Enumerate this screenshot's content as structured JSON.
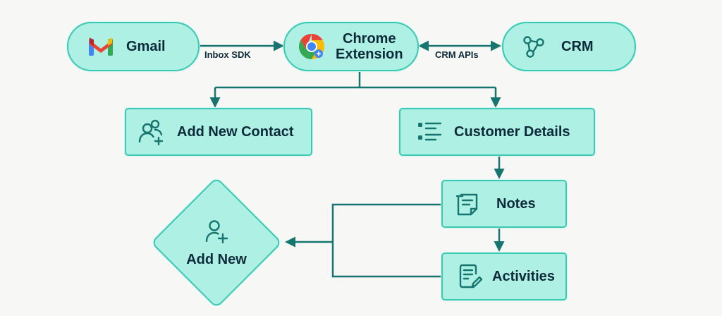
{
  "nodes": {
    "gmail": {
      "label": "Gmail",
      "icon": "gmail-logo-icon"
    },
    "chrome_extension": {
      "label_line1": "Chrome",
      "label_line2": "Extension",
      "icon": "chrome-logo-icon"
    },
    "crm": {
      "label": "CRM",
      "icon": "network-nodes-icon"
    },
    "add_new_contact": {
      "label": "Add New Contact",
      "icon": "add-users-icon"
    },
    "customer_details": {
      "label": "Customer Details",
      "icon": "list-icon"
    },
    "notes": {
      "label": "Notes",
      "icon": "notes-icon"
    },
    "activities": {
      "label": "Activities",
      "icon": "document-edit-icon"
    },
    "add_new": {
      "label": "Add New",
      "icon": "add-user-icon"
    }
  },
  "edges": {
    "gmail_to_extension": {
      "label": "Inbox SDK"
    },
    "extension_crm": {
      "label": "CRM APIs"
    }
  },
  "colors": {
    "node_fill": "#aef0e3",
    "node_border": "#3cc9b4",
    "connector": "#17756f",
    "text": "#0d2a3a"
  }
}
